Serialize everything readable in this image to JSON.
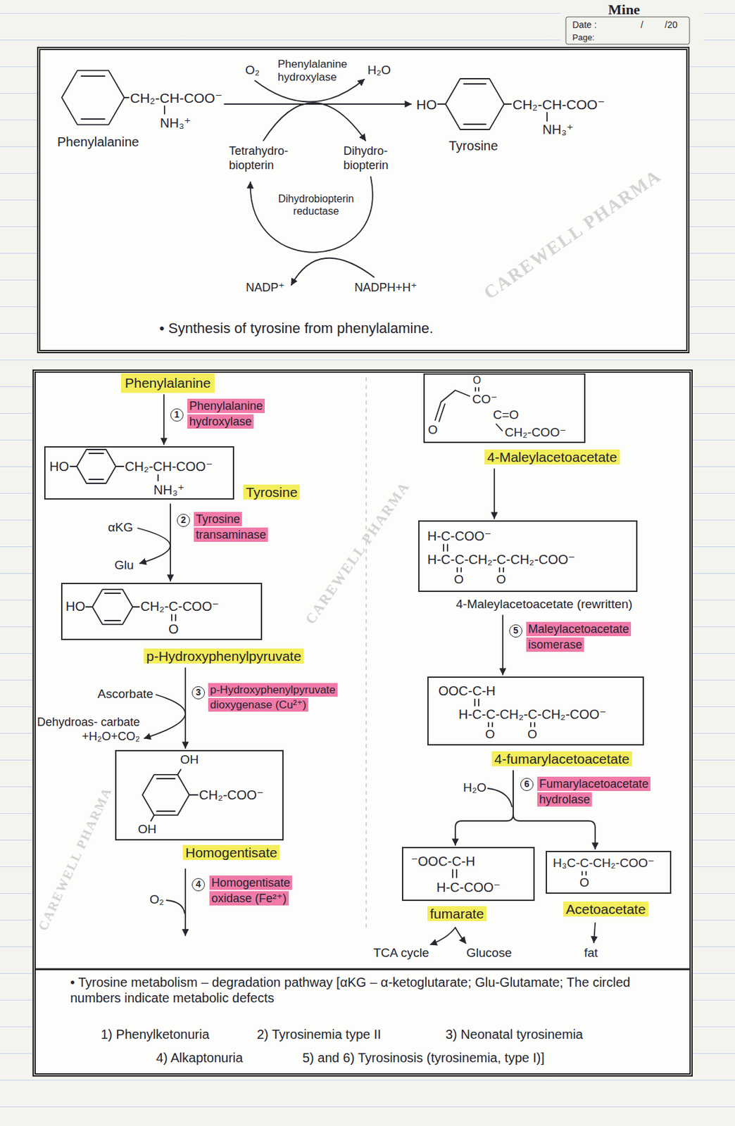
{
  "diagram": {
    "nodes": [
      {
        "text": [
          "• Synthesis of tyrosine from phenylalamine."
        ]
      },
      {
        "text": [
          "• Tyrosine metabolism – degradation pathway [αKG – α-ketoglutarate; Glu-Glutamate; The circled numbers indicate metabolic defects"
        ]
      },
      {
        "text": [
          "Phenylalanine"
        ],
        "in": 1
      },
      {
        "text": [
          "Tyrosine",
          "HO",
          "CH₂-CH-COO⁻",
          "NH₃⁺"
        ],
        "in": 1
      },
      {
        "text": [
          "p-Hydroxyphenylpyruvate",
          "HO",
          "CH₂-C-COO⁻",
          "O"
        ],
        "in": 1
      },
      {
        "text": [
          "Homogentisate",
          "OH",
          "CH₂-COO⁻",
          "OH"
        ],
        "in": 1
      },
      {
        "text": [
          "4-Maleylacetoacetate",
          "O",
          "CO⁻",
          "C=O",
          "CH₂-COO⁻",
          "O"
        ],
        "in": 1
      },
      {
        "text": [
          "4-Maleylacetoacetate (rewritten)",
          "H-C-COO⁻",
          "H-C-C-CH₂-C-CH₂-COO⁻",
          "O",
          "O"
        ],
        "in": 1
      },
      {
        "text": [
          "4-fumarylacetoacetate",
          "OOC-C-H",
          "H-C-C-CH₂-C-CH₂-COO⁻",
          "O",
          "O"
        ],
        "in": 1
      },
      {
        "text": [
          "fumarate",
          "⁻OOC-C-H",
          "H-C-COO⁻"
        ],
        "in": 1
      },
      {
        "text": [
          "Acetoacetate",
          "H₃C-C-CH₂-COO⁻",
          "O"
        ],
        "in": 1
      }
    ],
    "edges": [
      {
        "from": 2,
        "to": 3,
        "arrow": "to"
      },
      {
        "from": 3,
        "to": 4,
        "arrow": "to"
      },
      {
        "from": 4,
        "to": 5,
        "arrow": "to"
      },
      {
        "from": 6,
        "to": 7,
        "arrow": "to"
      },
      {
        "from": 7,
        "to": 8,
        "arrow": "to"
      },
      {
        "from": 8,
        "to": 9,
        "arrow": "to"
      },
      {
        "from": 8,
        "to": 10,
        "arrow": "to"
      }
    ],
    "labels": [
      "Mine",
      "Date :",
      "/",
      "/20",
      "Page:",
      "CH₂-CH-COO⁻",
      "NH₃⁺",
      "Phenylalanine",
      "O₂",
      "Phenylalanine hydroxylase",
      "H₂O",
      "Tetrahydro- biopterin",
      "Dihydro- biopterin",
      "HO",
      "CH₂-CH-COO⁻",
      "NH₃⁺",
      "Tyrosine",
      "Dihydrobiopterin reductase",
      "NADP⁺",
      "NADPH+H⁺",
      "1",
      "Phenylalanine hydroxylase",
      "αKG",
      "Glu",
      "2",
      "Tyrosine transaminase",
      "Ascorbate",
      "Dehydroas- carbate +H₂O+CO₂",
      "3",
      "p-Hydroxyphenylpyruvate dioxygenase (Cu²⁺)",
      "O₂",
      "4",
      "Homogentisate oxidase (Fe²⁺)",
      "5",
      "Maleylacetoacetate isomerase",
      "H₂O",
      "6",
      "Fumarylacetoacetate hydrolase",
      "TCA cycle",
      "Glucose",
      "fat",
      "1) Phenylketonuria",
      "2) Tyrosinemia type II",
      "3) Neonatal tyrosinemia",
      "4) Alkaptonuria",
      "5) and 6) Tyrosinosis (tyrosinemia, type I)]",
      "CAREWELL PHARMA",
      "CAREWELL PHARMA",
      "CAREWELL PHARMA"
    ]
  }
}
